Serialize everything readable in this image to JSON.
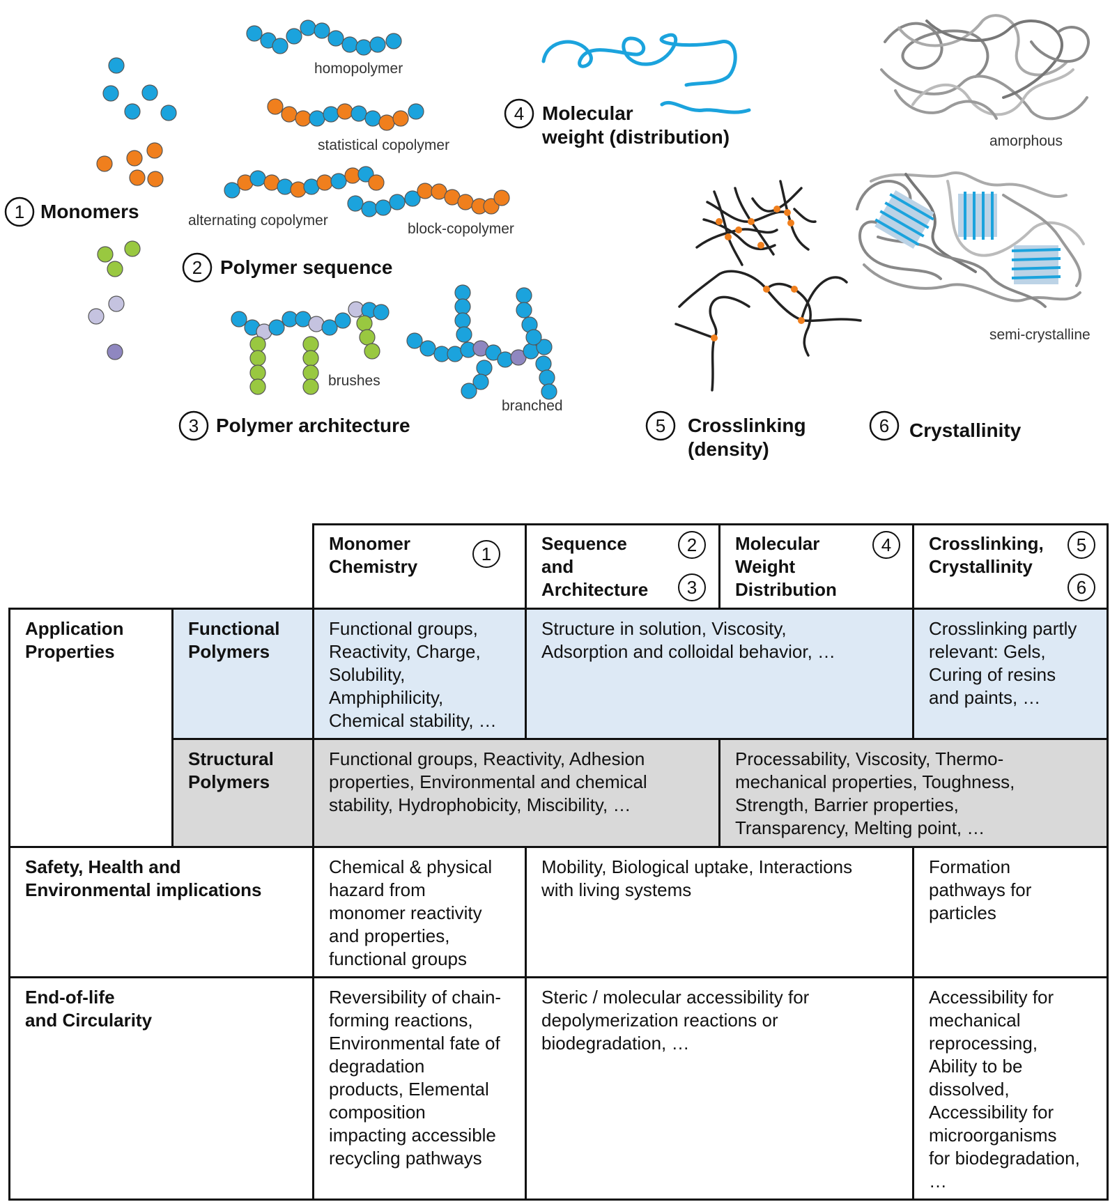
{
  "diagram": {
    "sections": [
      {
        "num": "1",
        "title": "Monomers"
      },
      {
        "num": "2",
        "title": "Polymer sequence"
      },
      {
        "num": "3",
        "title": "Polymer architecture"
      },
      {
        "num": "4",
        "title_lines": [
          "Molecular",
          "weight (distribution)"
        ]
      },
      {
        "num": "5",
        "title_lines": [
          "Crosslinking",
          "(density)"
        ]
      },
      {
        "num": "6",
        "title": "Crystallinity"
      }
    ],
    "labels": {
      "homopolymer": "homopolymer",
      "statistical": "statistical copolymer",
      "alternating": "alternating copolymer",
      "block": "block-copolymer",
      "brushes": "brushes",
      "branched": "branched",
      "amorphous": "amorphous",
      "semicrystalline": "semi-crystalline"
    },
    "colors": {
      "blue": "#1ba3dd",
      "orange": "#f07f1d",
      "green": "#99c840",
      "lavender": "#c5c3e0",
      "purple": "#8f87c0",
      "grey_chain": "#999999",
      "crystal_fill": "#bcd3e6"
    }
  },
  "table": {
    "headers": {
      "monomer": "Monomer\nChemistry",
      "sequence": "Sequence\nand\nArchitecture",
      "mw": "Molecular\nWeight\nDistribution",
      "cross": "Crosslinking,\nCrystallinity"
    },
    "header_numbers": {
      "monomer": "1",
      "sequence_a": "2",
      "sequence_b": "3",
      "mw": "4",
      "cross_a": "5",
      "cross_b": "6"
    },
    "rows": {
      "application": "Application\nProperties",
      "functional": "Functional\nPolymers",
      "structural": "Structural\nPolymers",
      "safety": "Safety, Health and\nEnvironmental implications",
      "eol": "End-of-life\nand Circularity"
    },
    "cells": {
      "functional_monomer": "Functional groups,\nReactivity, Charge,\nSolubility,\nAmphiphilicity,\nChemical stability, …",
      "functional_seq_mw": "Structure in solution, Viscosity,\nAdsorption and colloidal behavior, …",
      "functional_cross": "Crosslinking partly\nrelevant: Gels,\nCuring of resins\nand paints, …",
      "structural_monomer_seq": "Functional groups, Reactivity, Adhesion\nproperties, Environmental and chemical\nstability, Hydrophobicity, Miscibility, …",
      "structural_mw_cross": "Processability, Viscosity, Thermo-\nmechanical properties, Toughness,\nStrength, Barrier properties,\nTransparency, Melting point, …",
      "safety_monomer": "Chemical & physical\nhazard from\nmonomer reactivity\nand properties,\nfunctional groups",
      "safety_seq_mw": "Mobility, Biological uptake, Interactions\nwith living systems",
      "safety_cross": "Formation\npathways for\nparticles",
      "eol_monomer": "Reversibility of chain-\nforming reactions,\nEnvironmental fate of\ndegradation\nproducts, Elemental\ncomposition\nimpacting accessible\nrecycling pathways",
      "eol_seq_mw": "Steric / molecular accessibility for\ndepolymerization reactions or\nbiodegradation, …",
      "eol_cross": "Accessibility for\nmechanical\nreprocessing,\nAbility to be\ndissolved,\nAccessibility for\nmicroorganisms\nfor biodegradation,\n…"
    }
  }
}
